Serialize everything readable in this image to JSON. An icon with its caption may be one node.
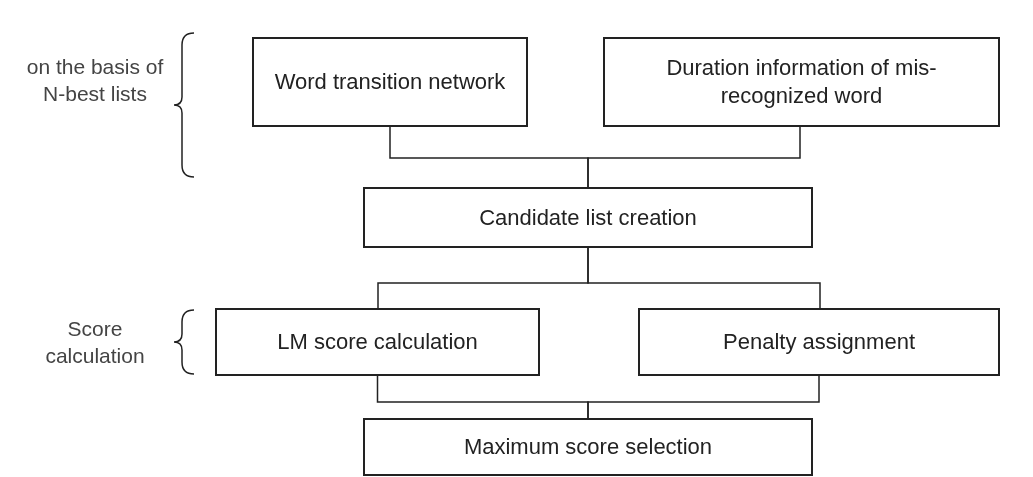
{
  "diagram": {
    "nodes": [
      {
        "text": [
          "Word transition network"
        ]
      },
      {
        "text": [
          "Duration information of mis-recognized word"
        ]
      },
      {
        "text": [
          "Candidate list creation"
        ]
      },
      {
        "text": [
          "LM score calculation"
        ]
      },
      {
        "text": [
          "Penalty assignment"
        ]
      },
      {
        "text": [
          "Maximum score selection"
        ]
      }
    ],
    "edges": [
      {
        "from": 0,
        "to": 2,
        "arrow": "none"
      },
      {
        "from": 1,
        "to": 2,
        "arrow": "none"
      },
      {
        "from": 2,
        "to": 3,
        "arrow": "none"
      },
      {
        "from": 2,
        "to": 4,
        "arrow": "none"
      },
      {
        "from": 3,
        "to": 5,
        "arrow": "none"
      },
      {
        "from": 4,
        "to": 5,
        "arrow": "none"
      }
    ],
    "labels": [
      "on the basis of N-best lists",
      "Score calculation"
    ]
  }
}
